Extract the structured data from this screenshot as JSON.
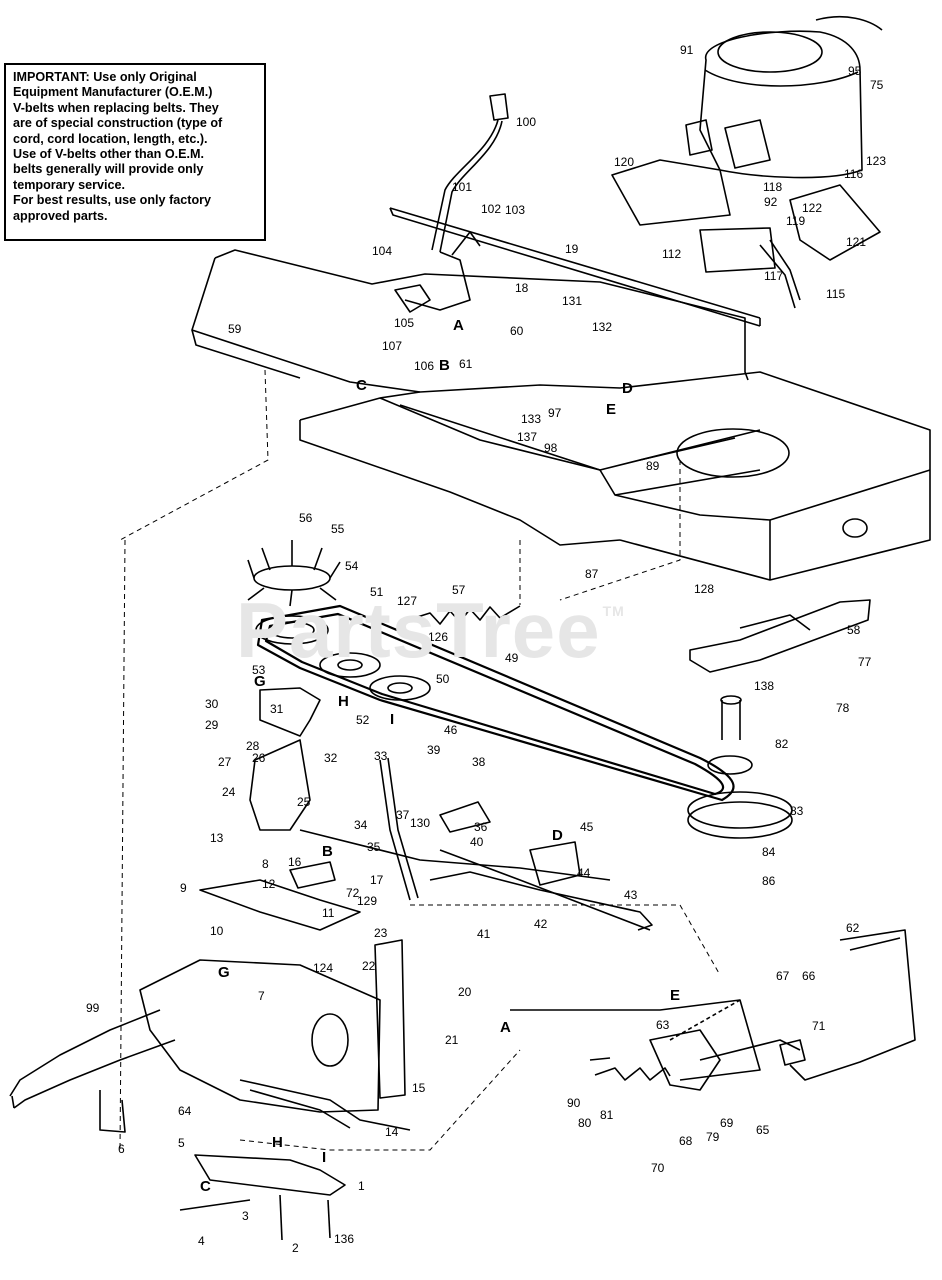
{
  "notice": {
    "lines": [
      "IMPORTANT: Use only Original",
      "Equipment Manufacturer (O.E.M.)",
      "V-belts when replacing belts. They",
      "are of special construction (type of",
      "cord, cord location, length, etc.).",
      "Use of V-belts other than O.E.M.",
      "belts generally will provide only",
      "temporary service.",
      "For best results, use only factory",
      "approved parts."
    ]
  },
  "watermark": {
    "text": "PartsTree",
    "tm": "TM"
  },
  "part_numbers": [
    "1",
    "2",
    "3",
    "4",
    "5",
    "6",
    "7",
    "8",
    "9",
    "10",
    "11",
    "12",
    "13",
    "14",
    "15",
    "16",
    "17",
    "18",
    "19",
    "20",
    "21",
    "22",
    "23",
    "24",
    "25",
    "26",
    "27",
    "28",
    "29",
    "30",
    "31",
    "32",
    "33",
    "34",
    "35",
    "36",
    "37",
    "38",
    "39",
    "40",
    "41",
    "42",
    "43",
    "44",
    "45",
    "46",
    "49",
    "50",
    "51",
    "52",
    "53",
    "54",
    "55",
    "56",
    "57",
    "58",
    "59",
    "60",
    "61",
    "62",
    "63",
    "64",
    "65",
    "66",
    "67",
    "68",
    "69",
    "70",
    "71",
    "72",
    "75",
    "77",
    "78",
    "79",
    "80",
    "81",
    "82",
    "83",
    "84",
    "86",
    "87",
    "89",
    "90",
    "91",
    "92",
    "95",
    "97",
    "98",
    "99",
    "100",
    "101",
    "102",
    "103",
    "104",
    "105",
    "106",
    "107",
    "112",
    "115",
    "116",
    "117",
    "118",
    "119",
    "120",
    "121",
    "122",
    "123",
    "124",
    "126",
    "127",
    "128",
    "129",
    "130",
    "131",
    "132",
    "133",
    "136",
    "137",
    "138"
  ],
  "callout_letters": [
    "A",
    "B",
    "C",
    "D",
    "E",
    "G",
    "H",
    "I"
  ]
}
